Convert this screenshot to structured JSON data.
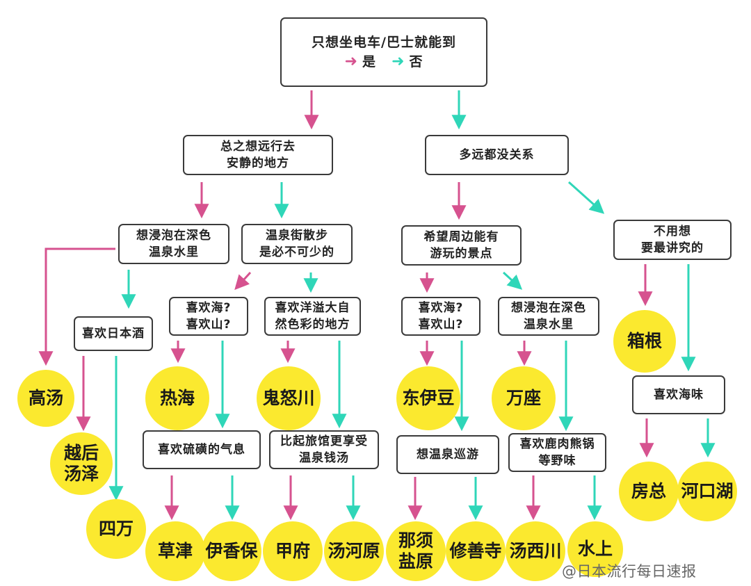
{
  "colors": {
    "yes": "#d6528f",
    "no": "#2fd6b8",
    "circle": "#fbe92f",
    "box_border": "#3a3a3a"
  },
  "root": {
    "question": "只想坐电车/巴士就能到",
    "legend_yes": "是",
    "legend_no": "否"
  },
  "questions": {
    "go_far_quiet": [
      "总之想远行去",
      "安静的地方"
    ],
    "distance_ok": [
      "多远都没关系"
    ],
    "soak_dark_1": [
      "想浸泡在深色",
      "温泉水里"
    ],
    "street_walk": [
      "温泉街散步",
      "是必不可少的"
    ],
    "sights_nearby": [
      "希望周边能有",
      "游玩的景点"
    ],
    "no_fuss": [
      "不用想",
      "要最讲究的"
    ],
    "sake": [
      "喜欢日本酒"
    ],
    "sea_mountain_1": [
      "喜欢海?",
      "喜欢山?"
    ],
    "nature": [
      "喜欢洋溢大自",
      "然色彩的地方"
    ],
    "sea_mountain_2": [
      "喜欢海?",
      "喜欢山?"
    ],
    "soak_dark_2": [
      "想浸泡在深色",
      "温泉水里"
    ],
    "seafood": [
      "喜欢海味"
    ],
    "sulfur": [
      "喜欢硫磺的气息"
    ],
    "inn_vs_bath": [
      "比起旅馆更享受",
      "温泉钱汤"
    ],
    "hot_spring_tour": [
      "想温泉巡游"
    ],
    "game_hotpot": [
      "喜欢鹿肉熊锅",
      "等野味"
    ]
  },
  "destinations": {
    "takayu": [
      "高汤"
    ],
    "echigo_yuzawa": [
      "越后",
      "汤泽"
    ],
    "shima": [
      "四万"
    ],
    "atami": [
      "热海"
    ],
    "kinugawa": [
      "鬼怒川"
    ],
    "higashi_izu": [
      "东伊豆"
    ],
    "manza": [
      "万座"
    ],
    "hakone": [
      "箱根"
    ],
    "kusatsu": [
      "草津"
    ],
    "ikaho": [
      "伊香保"
    ],
    "kofu": [
      "甲府"
    ],
    "yugawara": [
      "汤河原"
    ],
    "nasu_shiobara": [
      "那须",
      "盐原"
    ],
    "shuzenji": [
      "修善寺"
    ],
    "yunishikawa": [
      "汤西川"
    ],
    "minakami": [
      "水上"
    ],
    "boso": [
      "房总"
    ],
    "kawaguchiko": [
      "河口湖"
    ]
  },
  "watermark": "@日本流行每日速报"
}
